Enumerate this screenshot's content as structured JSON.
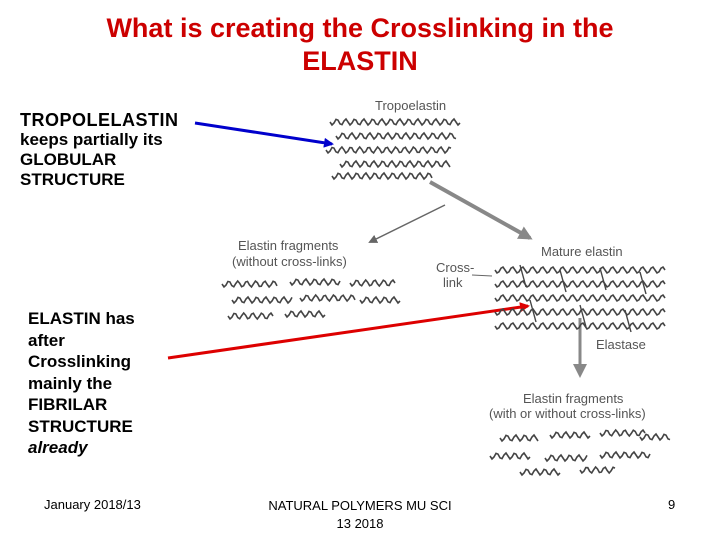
{
  "title_line1": "What is creating the Crosslinking in the",
  "title_line2": "ELASTIN",
  "tropo_label": {
    "line1": "TROPOLELASTIN",
    "line2": "keeps partially its",
    "line3": "GLOBULAR",
    "line4": "STRUCTURE"
  },
  "elastin_label": [
    "ELASTIN  has",
    "after",
    "Crosslinking",
    "mainly the",
    "FIBRILAR",
    "STRUCTURE",
    "already"
  ],
  "diagram": {
    "tropoelastin": "Tropoelastin",
    "frag1_line1": "Elastin fragments",
    "frag1_line2": "(without cross-links)",
    "crosslink_line1": "Cross-",
    "crosslink_line2": "link",
    "mature": "Mature elastin",
    "elastase": "Elastase",
    "frag2_line1": "Elastin fragments",
    "frag2_line2": "(with or without cross-links)"
  },
  "footer": {
    "date": "January 2018/13",
    "course_line1": "NATURAL POLYMERS MU SCI",
    "course_line2": "13 2018",
    "page": "9"
  },
  "colors": {
    "title": "#cc0000",
    "blue_arrow": "#0000cc",
    "red_arrow": "#dd0000"
  }
}
